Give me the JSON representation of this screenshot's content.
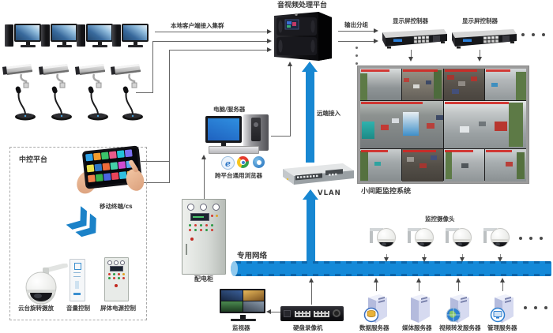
{
  "labels": {
    "local_cluster": "本地客户端接入集群"
  },
  "av": {
    "title": "音视频处理平台",
    "output_group": "输出分组",
    "remote_access": "远端接入"
  },
  "display": {
    "controller1": "显示屏控制器",
    "controller2": "显示屏控制器",
    "wall_label": "小间距监控系统"
  },
  "network": {
    "vlan": "VLAN",
    "dedicated": "专用网络"
  },
  "pc": {
    "title": "电脑/服务器",
    "browser": "跨平台通用浏览器"
  },
  "control": {
    "title": "中控平台",
    "mobile": "移动终端/cs",
    "ptz": "云台旋转摄放",
    "volume": "音量控制",
    "screen_power": "屏体电源控制"
  },
  "power": {
    "cabinet": "配电柜"
  },
  "bottom": {
    "monitor": "监视器",
    "dvr": "硬盘录像机"
  },
  "cams": {
    "title": "监控摄像头"
  },
  "servers": {
    "items": [
      {
        "label": "数据服务器"
      },
      {
        "label": "媒体服务器"
      },
      {
        "label": "视频转发服务器"
      },
      {
        "label": "管理服务器"
      }
    ]
  },
  "colors": {
    "arrow_blue": "#1787d2",
    "pipe_blue": "#1489d8",
    "line_gray": "#666666",
    "overlay_red": "#d22823"
  }
}
